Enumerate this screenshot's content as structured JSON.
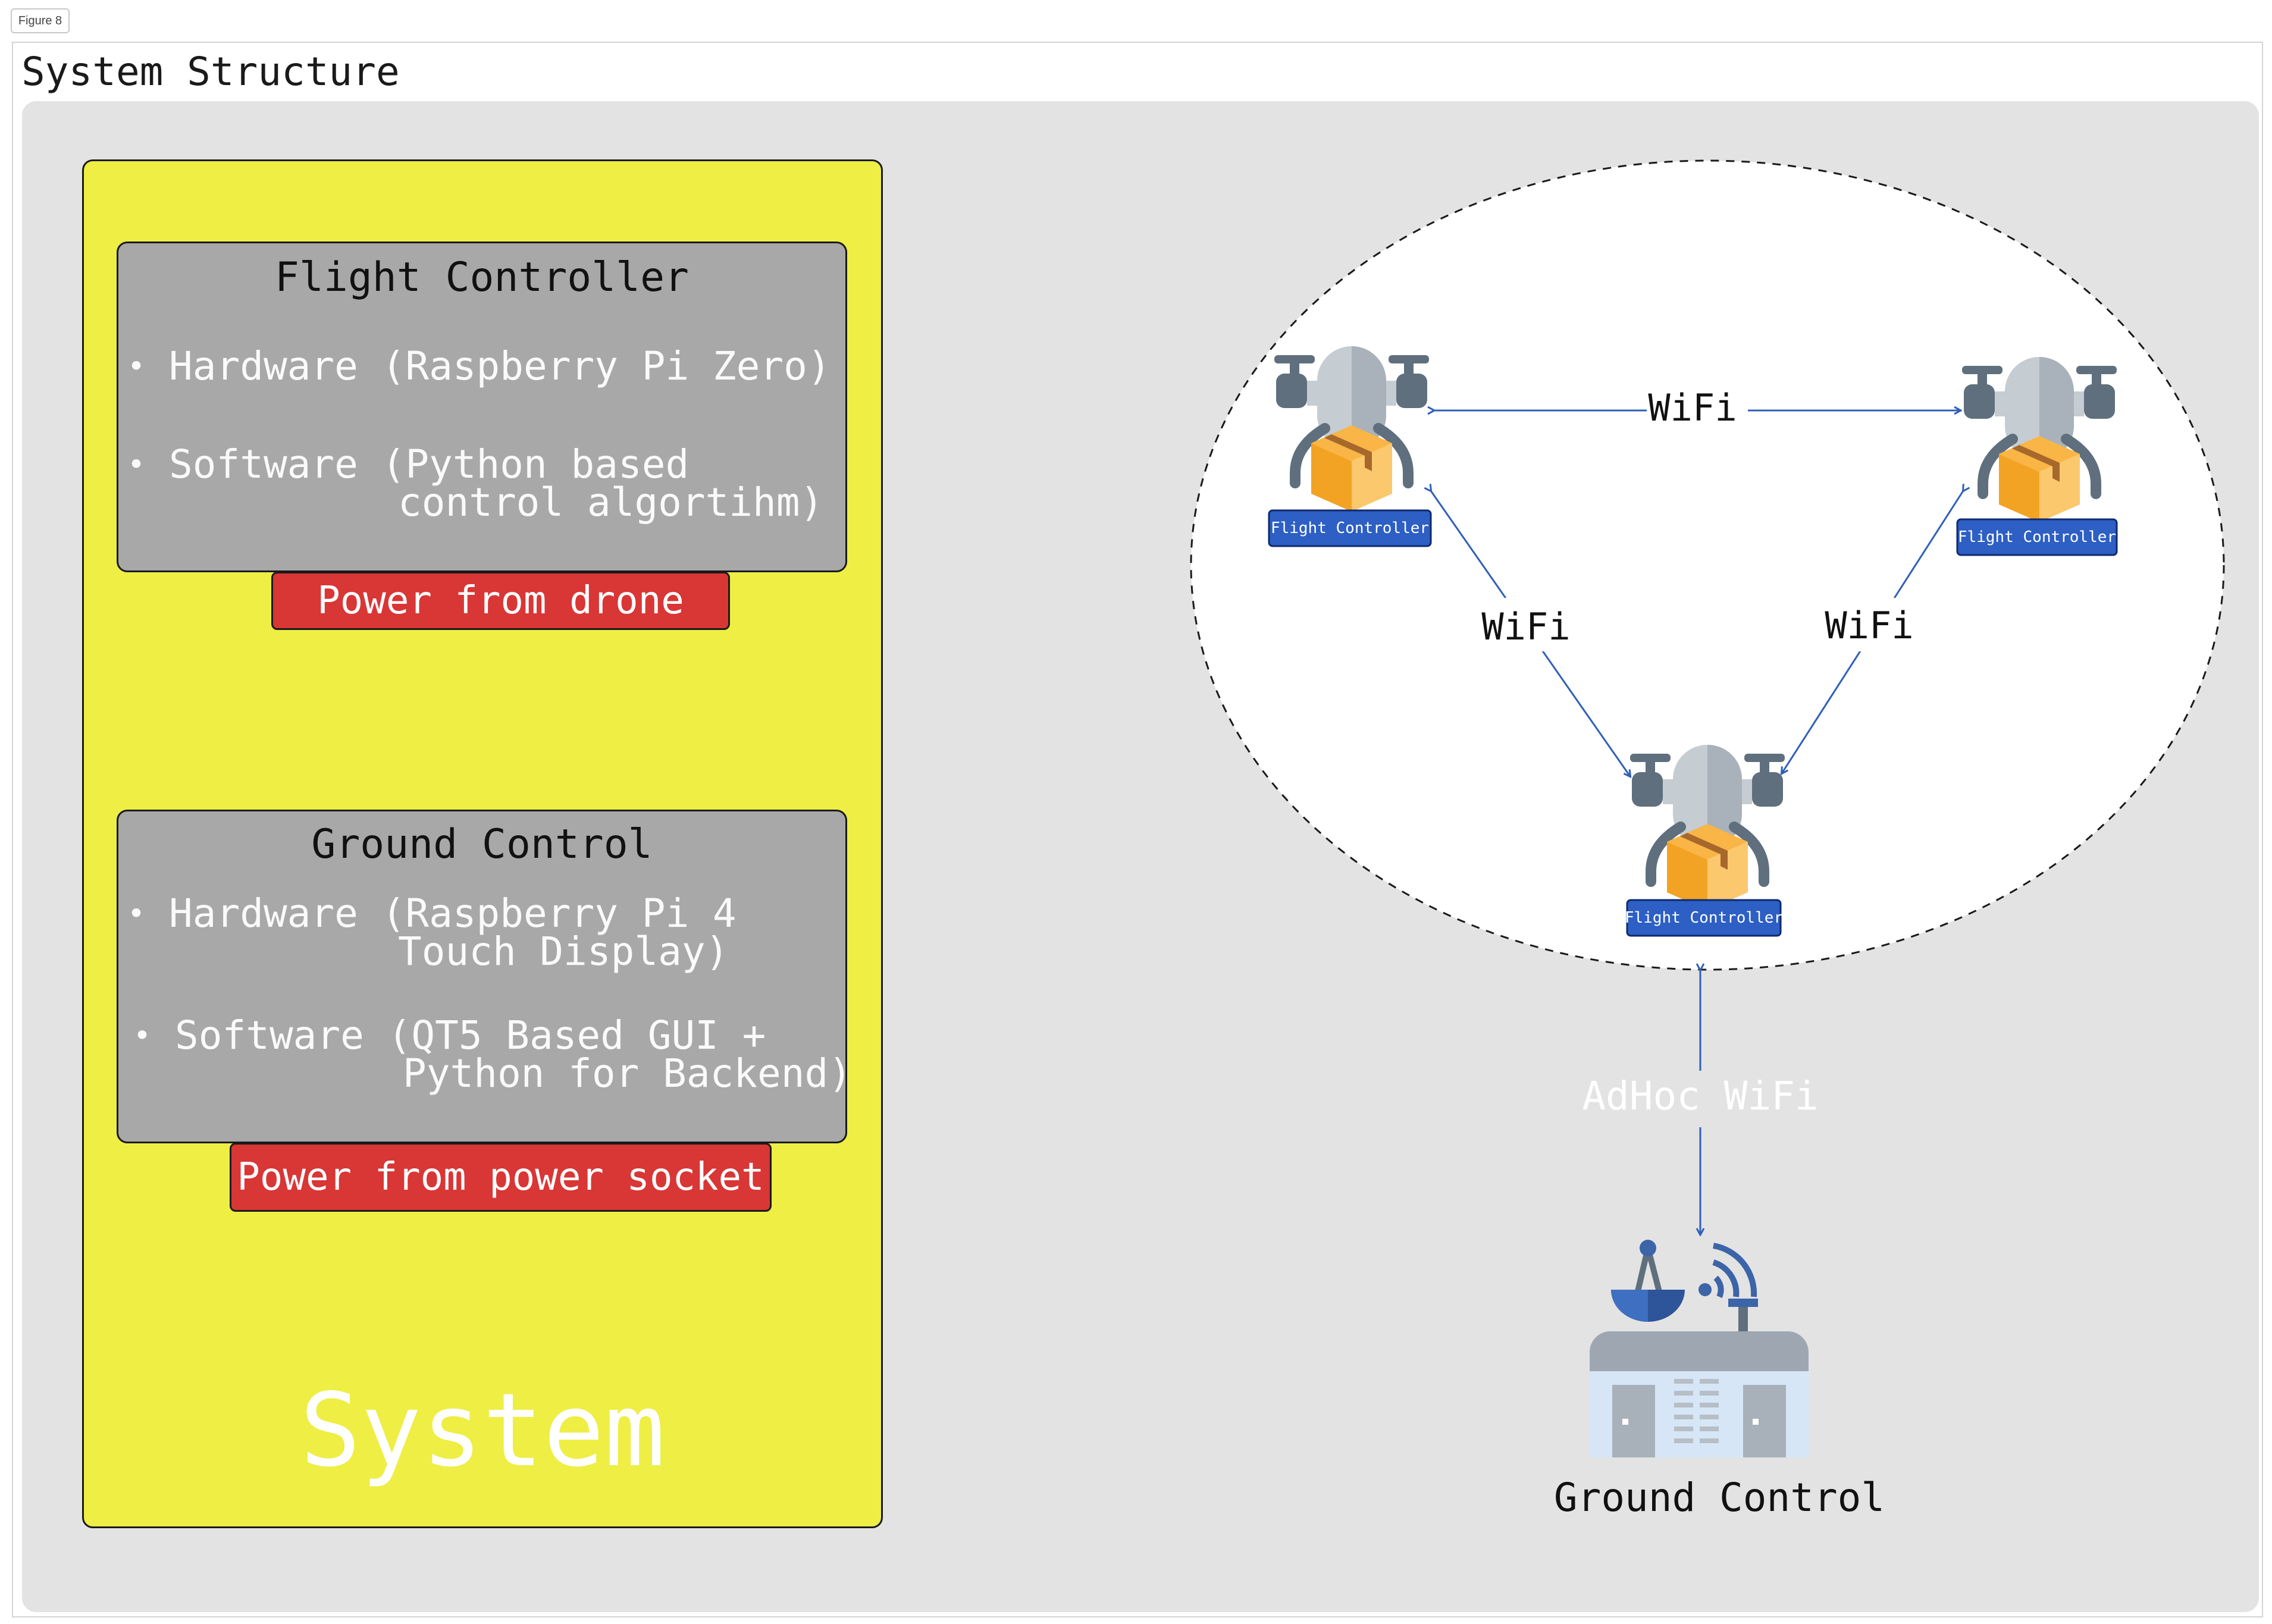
{
  "figure_tag": "Figure 8",
  "title": "System Structure",
  "system": {
    "label": "System",
    "flight_controller": {
      "title": "Flight Controller",
      "bullets": [
        {
          "line1": "Hardware (Raspberry Pi Zero)",
          "line2": ""
        },
        {
          "line1": "Software (Python based",
          "line2": "control algortihm)"
        }
      ],
      "power": "Power from drone"
    },
    "ground_control": {
      "title": "Ground Control",
      "bullets": [
        {
          "line1": "Hardware (Raspberry Pi 4",
          "line2": "Touch Display)"
        },
        {
          "line1": "Software (QT5 Based GUI +",
          "line2": "Python for Backend)"
        }
      ],
      "power": "Power from power socket"
    }
  },
  "network": {
    "drones": [
      {
        "label": "Flight Controller"
      },
      {
        "label": "Flight Controller"
      },
      {
        "label": "Flight Controller"
      }
    ],
    "links": {
      "top": "WiFi",
      "left": "WiFi",
      "right": "WiFi",
      "adhoc": "AdHoc WiFi"
    },
    "ground_station_label": "Ground Control"
  },
  "colors": {
    "canvas": "#e3e3e3",
    "system_panel": "#eeee44",
    "box": "#a8a8a8",
    "power": "#d93636",
    "arrow": "#2f5fb8",
    "badge": "#2d5fc4"
  },
  "icons": [
    "drone-delivery-icon",
    "ground-station-icon"
  ]
}
